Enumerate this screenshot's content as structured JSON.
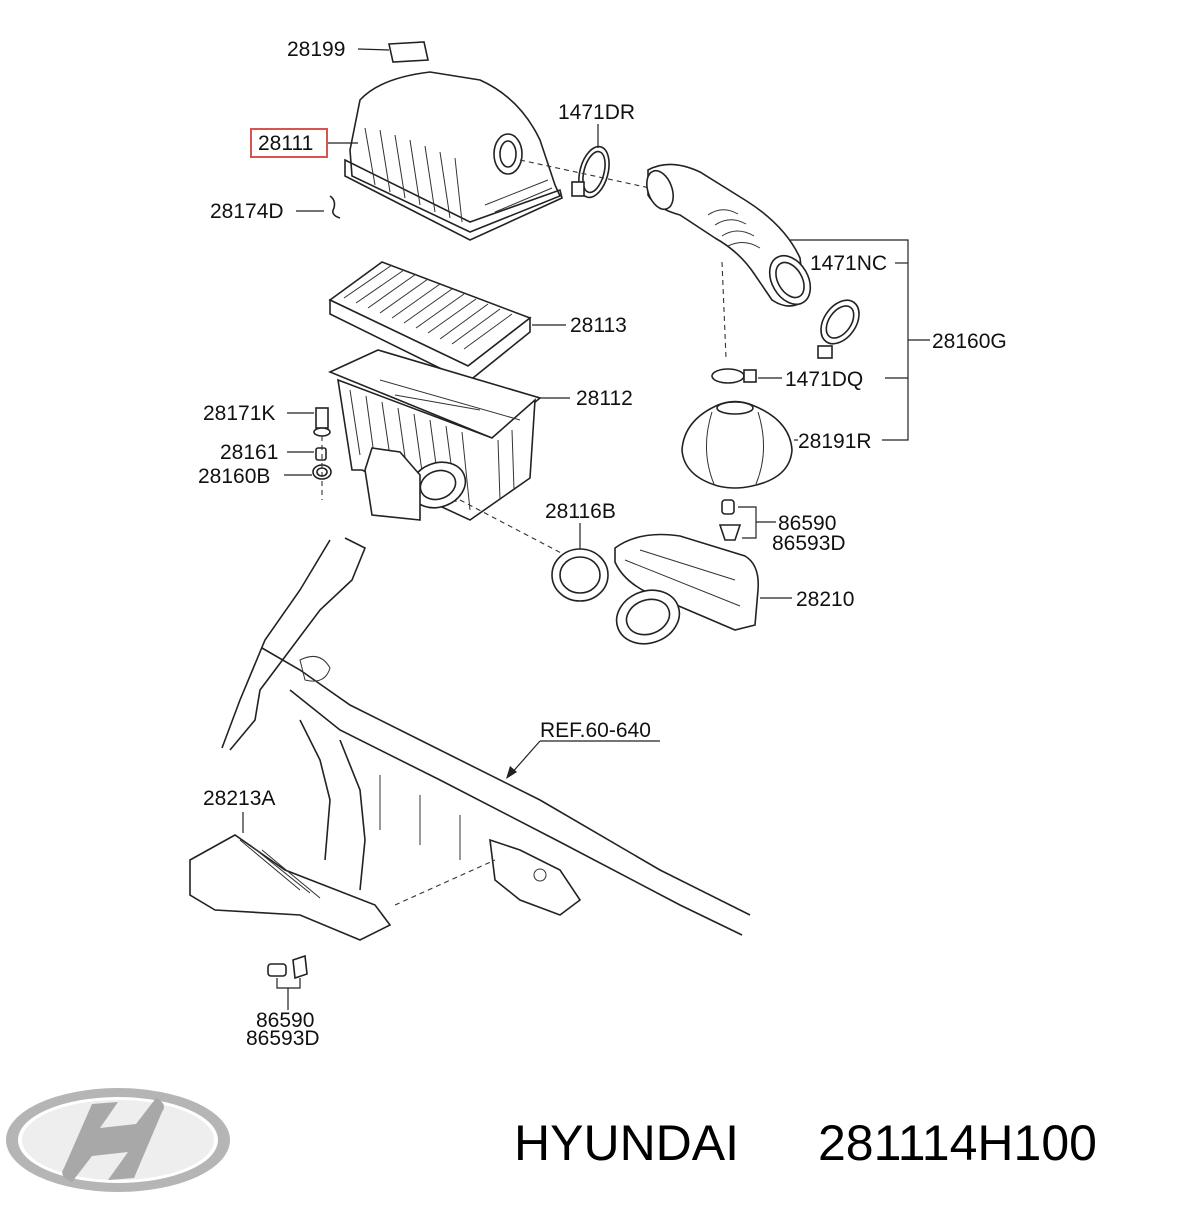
{
  "diagram": {
    "labels": {
      "p28199": "28199",
      "p28111": "28111",
      "p1471DR": "1471DR",
      "p28174D": "28174D",
      "p1471NC": "1471NC",
      "p28113": "28113",
      "p28160G": "28160G",
      "p1471DQ": "1471DQ",
      "p28112": "28112",
      "p28171K": "28171K",
      "p28161": "28161",
      "p28160B": "28160B",
      "p28191R": "28191R",
      "p28116B": "28116B",
      "p86590_top": "86590",
      "p86593D_top": "86593D",
      "p28210": "28210",
      "ref": "REF.60-640",
      "p28213A": "28213A",
      "p86590_bottom": "86590",
      "p86593D_bottom": "86593D"
    },
    "highlight_color": "#d9534f"
  },
  "footer": {
    "brand": "HYUNDAI",
    "part_number": "281114H100"
  }
}
